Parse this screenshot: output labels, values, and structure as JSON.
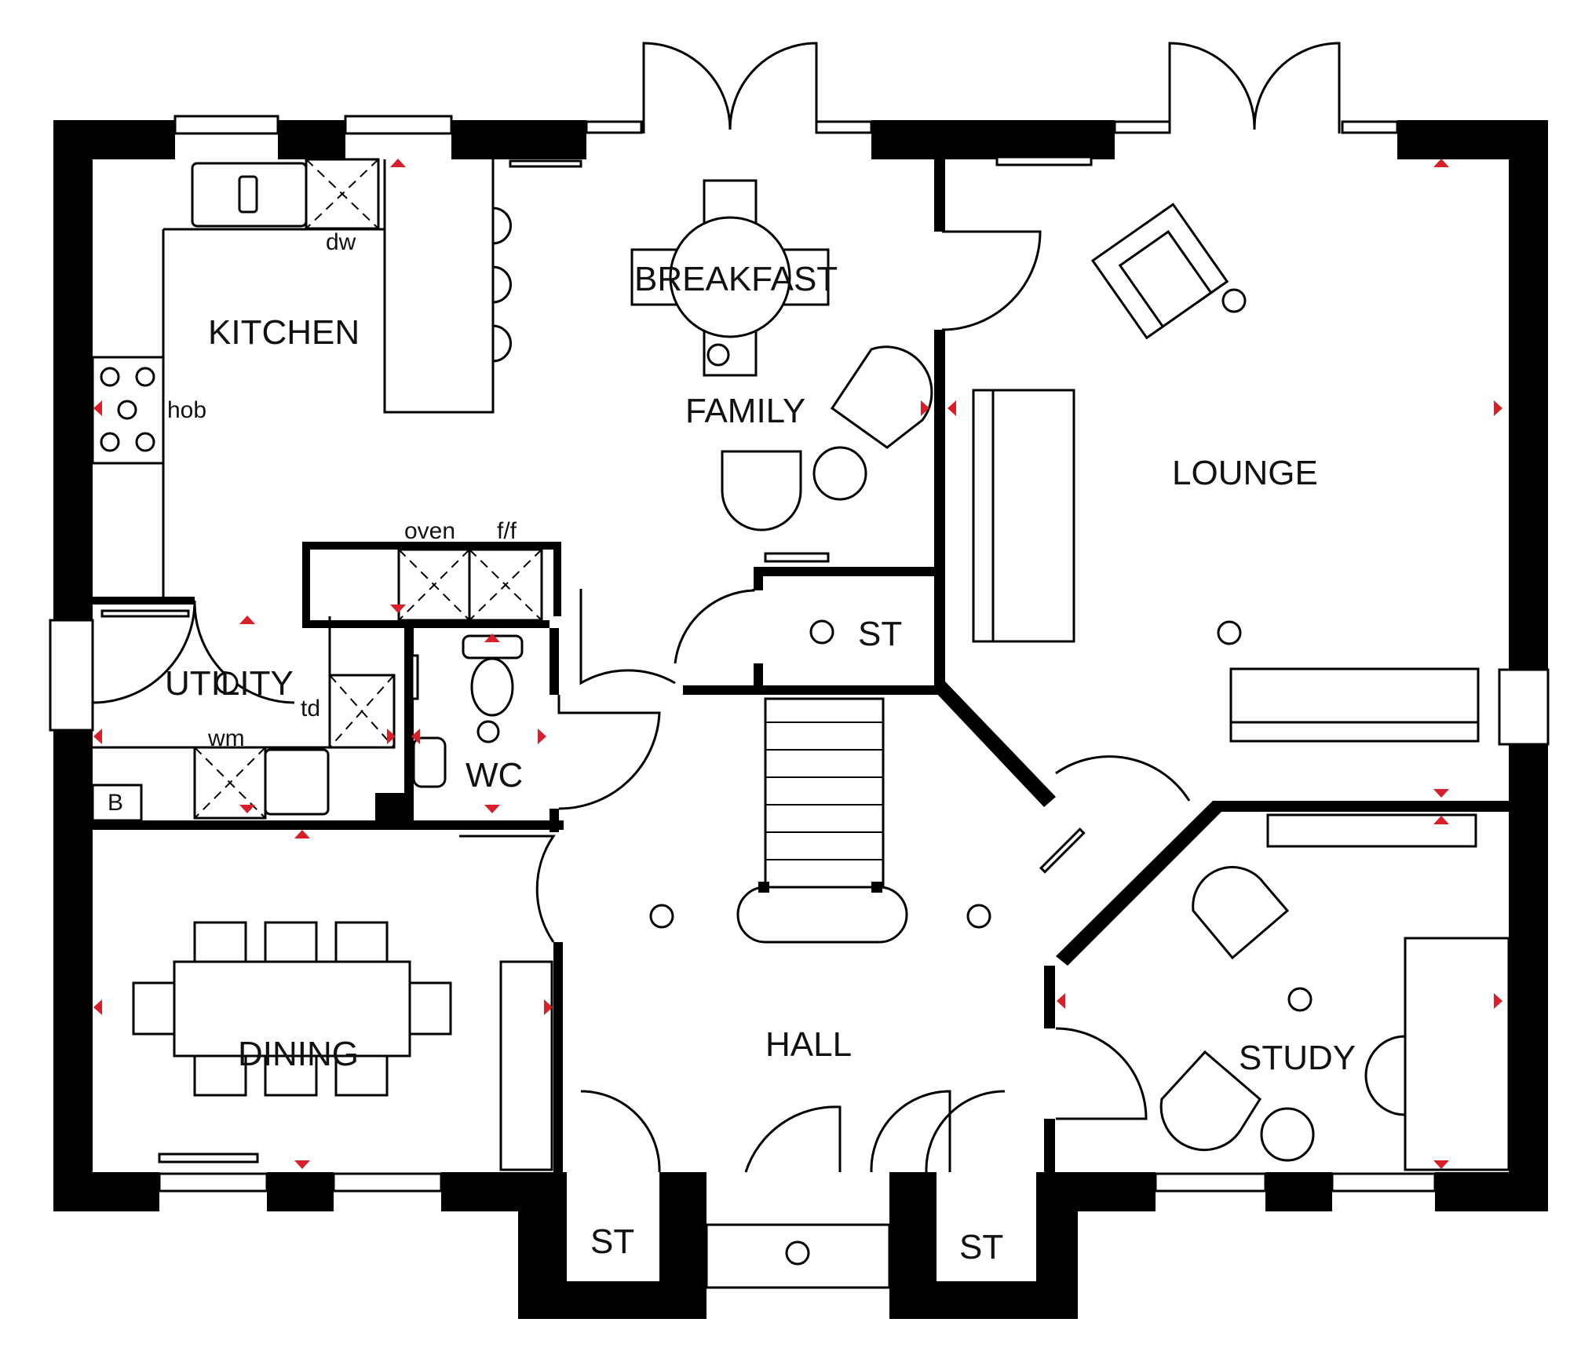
{
  "rooms": {
    "kitchen": "KITCHEN",
    "breakfast": "BREAKFAST",
    "family": "FAMILY",
    "lounge": "LOUNGE",
    "utility": "UTILITY",
    "wc": "WC",
    "st_top": "ST",
    "st_left": "ST",
    "st_right": "ST",
    "hall": "HALL",
    "dining": "DINING",
    "study": "STUDY"
  },
  "appliances": {
    "dw": "dw",
    "hob": "hob",
    "oven": "oven",
    "ff": "f/f",
    "td": "td",
    "wm": "wm",
    "boiler": "B"
  },
  "colors": {
    "wall": "#000000",
    "marker": "#d9202a",
    "background": "#ffffff"
  }
}
